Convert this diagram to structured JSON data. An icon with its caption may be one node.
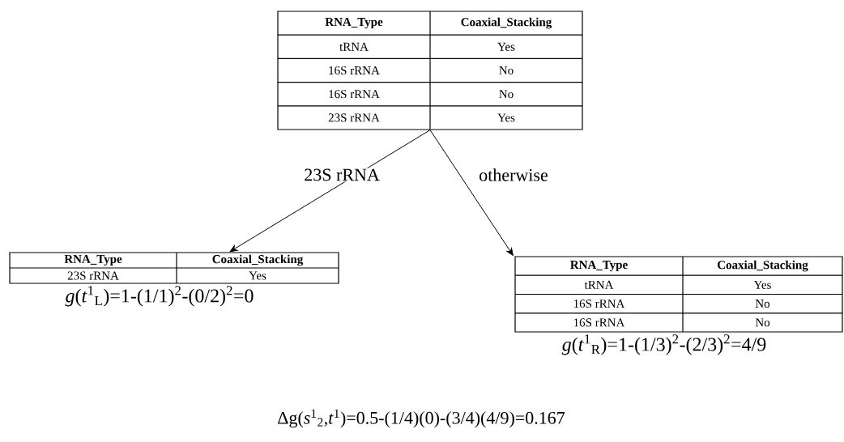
{
  "diagram": {
    "nodes": [
      {
        "text": [
          "RNA_Type",
          "Coaxial_Stacking",
          "tRNA",
          "Yes",
          "16S rRNA",
          "No",
          "16S rRNA",
          "No",
          "23S rRNA",
          "Yes"
        ]
      },
      {
        "text": [
          "RNA_Type",
          "Coaxial_Stacking",
          "23S rRNA",
          "Yes"
        ],
        "beside": [
          "*g*(*t*$^{1}$$_{L}$)=1-(1/1)$^{2}$-(0/2)$^{2}$=0"
        ]
      },
      {
        "text": [
          "RNA_Type",
          "Coaxial_Stacking",
          "tRNA",
          "Yes",
          "16S rRNA",
          "No",
          "16S rRNA",
          "No"
        ],
        "beside": [
          "*g*(*t*$^{1}$$_{R}$)=1-(1/3)$^{2}$-(2/3)$^{2}$=4/9"
        ]
      }
    ],
    "edges": [
      {
        "from": 0,
        "to": 1,
        "arrow": "to",
        "label": "23S rRNA"
      },
      {
        "from": 0,
        "to": 2,
        "arrow": "to",
        "label": "otherwise"
      }
    ],
    "labels": [
      "Δg(*s*$^{1}$$_{2}$,*t*$^{1}$)=0.5-(1/4)(0)-(3/4)(4/9)=0.167"
    ]
  }
}
